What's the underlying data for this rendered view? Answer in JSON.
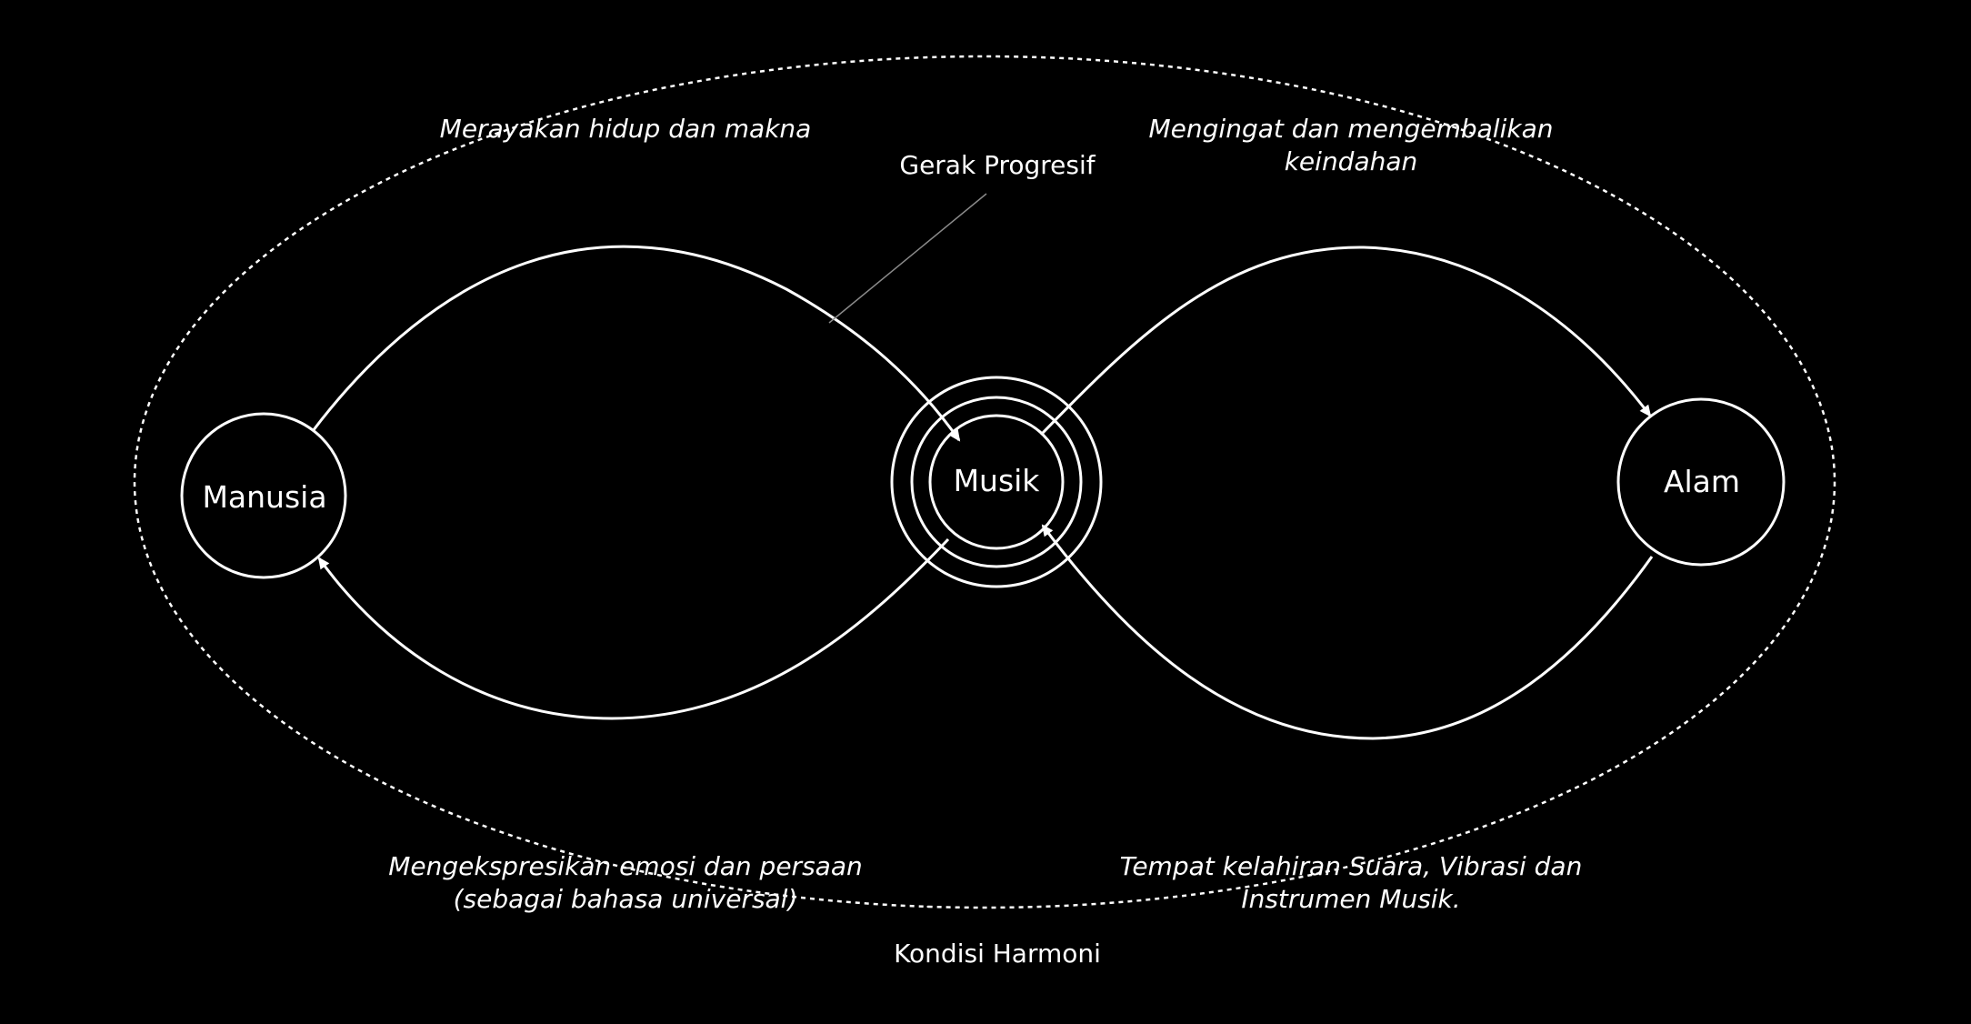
{
  "diagram": {
    "nodes": {
      "manusia": "Manusia",
      "musik": "Musik",
      "alam": "Alam"
    },
    "labels": {
      "gerak_progresif": "Gerak Progresif",
      "kondisi_harmoni": "Kondisi Harmoni",
      "top_left": "Merayakan hidup dan makna",
      "top_right_line1": "Mengingat dan mengembalikan",
      "top_right_line2": "keindahan",
      "bottom_left_line1": "Mengekspresikan emosi dan persaan",
      "bottom_left_line2": "(sebagai bahasa universal)",
      "bottom_right_line1": "Tempat kelahiran Suara, Vibrasi dan",
      "bottom_right_line2": "Instrumen Musik."
    }
  },
  "colors": {
    "background": "#000000",
    "stroke": "#ffffff",
    "text": "#ffffff",
    "spellcheck_underline": "#e0312b",
    "leader_line": "#8a8a8a"
  }
}
